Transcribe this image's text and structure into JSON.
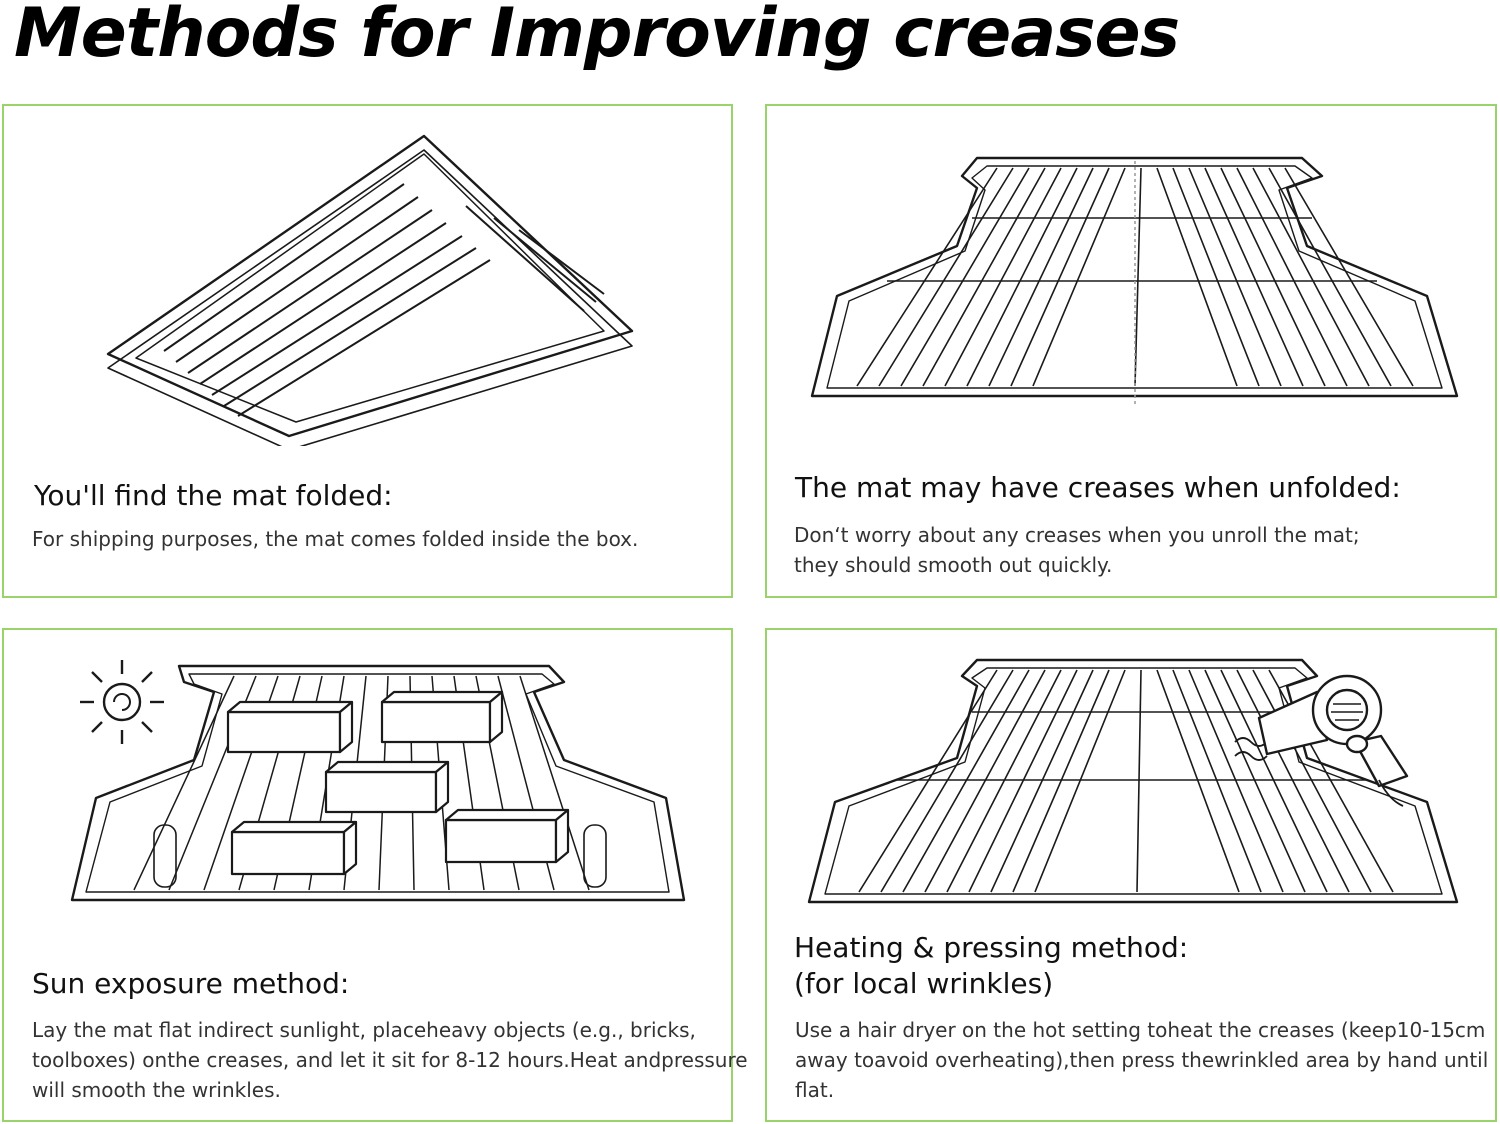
{
  "page": {
    "title": "Methods for Improving creases"
  },
  "panels": [
    {
      "heading": "You'll find the mat folded:",
      "description": [
        "For shipping purposes, the mat comes folded inside the box."
      ]
    },
    {
      "heading": "The mat may have creases when unfolded:",
      "description": [
        "Don‘t worry about any creases when you unroll the mat;",
        "they should smooth out quickly."
      ]
    },
    {
      "heading": "Sun exposure method:",
      "description": [
        "Lay the mat flat indirect sunlight, placeheavy objects (e.g., bricks,",
        "toolboxes) onthe creases, and let it sit for 8-12 hours.Heat andpressure",
        "will smooth the wrinkles."
      ]
    },
    {
      "heading": [
        "Heating & pressing method:",
        "(for local wrinkles)"
      ],
      "description": [
        "Use a hair dryer on the hot setting toheat the creases (keep10-15cm",
        "away toavoid overheating),then press thewrinkled area by hand until",
        "flat."
      ]
    }
  ],
  "colors": {
    "panel_border": "#9ad36a",
    "line_art": "#1a1a1a"
  },
  "icons": [
    "folded-mat-illustration",
    "unfolded-mat-illustration",
    "sun-icon",
    "brick-icon",
    "hair-dryer-icon"
  ]
}
